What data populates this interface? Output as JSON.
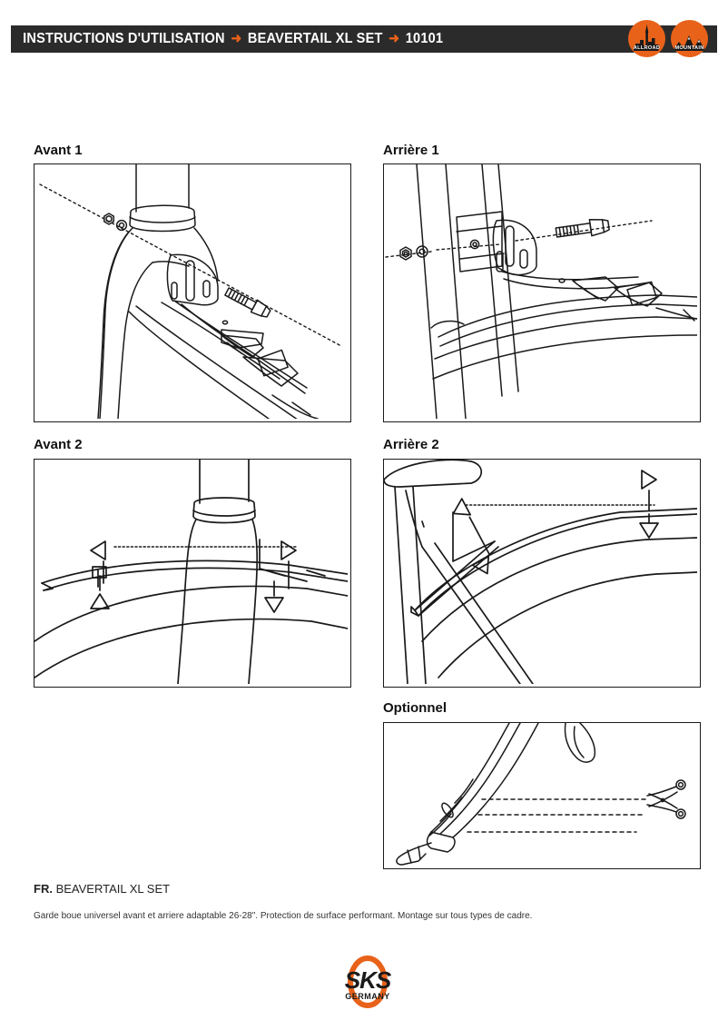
{
  "header": {
    "title_part1": "INSTRUCTIONS D'UTILISATION",
    "separator": "➜",
    "title_part2": "BEAVERTAIL XL SET",
    "separator2": "➜",
    "title_part3": "10101",
    "bar_color": "#2b2b2b",
    "accent_color": "#E8621A",
    "badges": [
      {
        "label": "ALLROAD",
        "icon": "city-skyline-icon"
      },
      {
        "label": "MOUNTAIN",
        "icon": "mountain-peaks-icon"
      }
    ]
  },
  "panels": [
    {
      "id": "avant-1",
      "label": "Avant 1",
      "content": "front-fork-crown-bracket-bolt-washer-nut-assembly"
    },
    {
      "id": "arriere-1",
      "label": "Arrière 1",
      "content": "rear-brake-bridge-bracket-bolt-washer-nut-assembly"
    },
    {
      "id": "avant-2",
      "label": "Avant 2",
      "content": "front-fender-tire-clearance-arrows"
    },
    {
      "id": "arriere-2",
      "label": "Arrière 2",
      "content": "rear-fender-tire-clearance-arrows"
    },
    {
      "id": "optionnel",
      "label": "Optionnel",
      "content": "fender-end-cut-lines-scissors"
    }
  ],
  "footer": {
    "lang_code": "FR.",
    "product_name": "BEAVERTAIL XL SET",
    "description": "Garde boue universel avant et arriere adaptable 26-28\". Protection de surface performant. Montage sur tous types de cadre."
  },
  "logo": {
    "brand": "SKS",
    "sub": "GERMANY",
    "ring_color": "#E8621A",
    "text_color": "#1a1a1a"
  }
}
